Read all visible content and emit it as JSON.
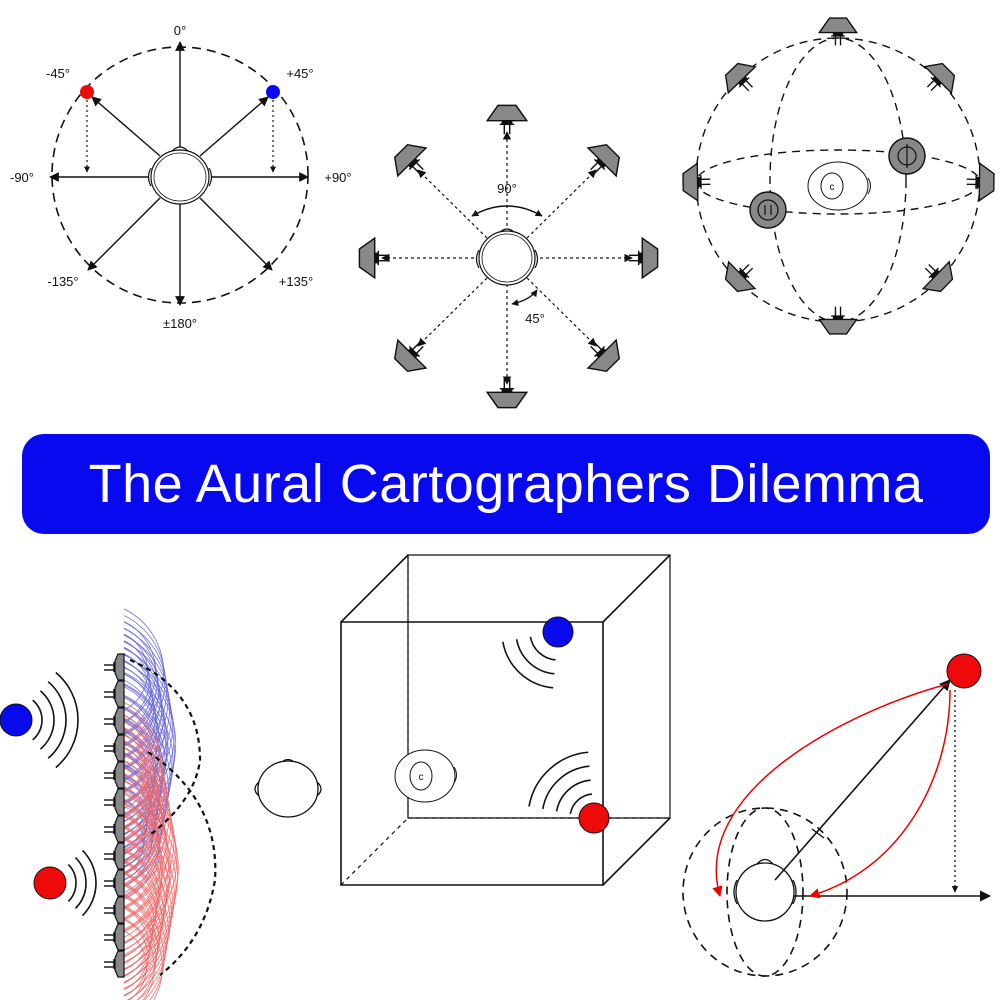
{
  "title": "The Aural Cartographers Dilemma",
  "colors": {
    "banner": "#0909f0",
    "blue_source": "#0a0aee",
    "red_source": "#ee0a0a",
    "blue_wave": "#7777dd",
    "red_wave": "#ee7777"
  },
  "panel_azimuth": {
    "labels": {
      "top": "0°",
      "top_left": "-45°",
      "top_right": "+45°",
      "left": "-90°",
      "right": "+90°",
      "bottom_left": "-135°",
      "bottom_right": "+135°",
      "bottom": "±180°"
    }
  },
  "panel_speaker_ring": {
    "labels": {
      "angle_90": "90°",
      "angle_45": "45°"
    }
  },
  "panel_sphere": {
    "labels": {
      "head_mark": "c"
    }
  },
  "panel_cube": {
    "labels": {
      "head_mark": "c"
    }
  }
}
